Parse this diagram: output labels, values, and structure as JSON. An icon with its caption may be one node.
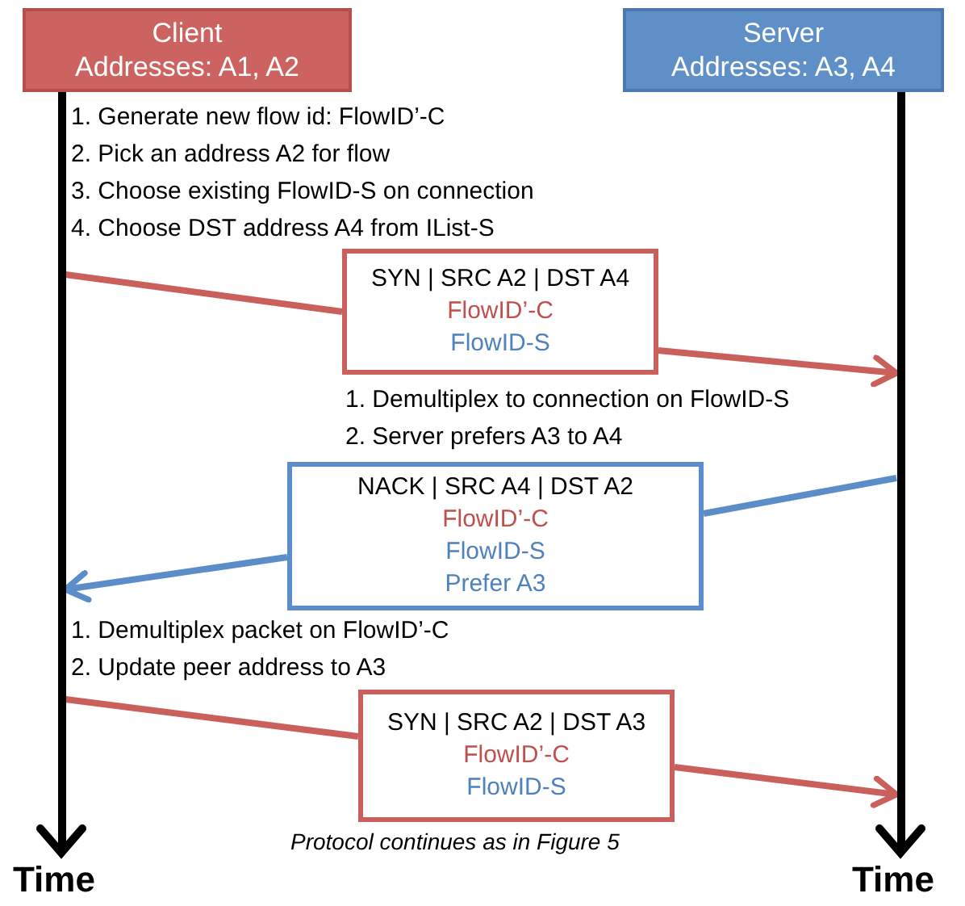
{
  "diagram": {
    "nodes": [
      {
        "text": [
          "Client",
          "Addresses: A1, A2"
        ]
      },
      {
        "text": [
          "Server",
          "Addresses: A3, A4"
        ]
      },
      {
        "text": [
          "SYN | SRC A2 | DST A4",
          "FlowID’-C",
          "FlowID-S"
        ]
      },
      {
        "text": [
          "NACK | SRC A4 | DST A2",
          "FlowID’-C",
          "FlowID-S",
          "Prefer A3"
        ]
      },
      {
        "text": [
          "SYN | SRC A2 | DST A3",
          "FlowID’-C",
          "FlowID-S"
        ]
      },
      {
        "text": [],
        "shape": "bar"
      },
      {
        "text": [],
        "shape": "bar"
      }
    ],
    "edges": [
      {
        "from": 5,
        "to": 2,
        "arrow": "none"
      },
      {
        "from": 2,
        "to": 6,
        "arrow": "to"
      },
      {
        "from": 6,
        "to": 3,
        "arrow": "none",
        "color": "#5b8ec8"
      },
      {
        "from": 3,
        "to": 5,
        "arrow": "to",
        "color": "#5b8ec8"
      },
      {
        "from": 5,
        "to": 4,
        "arrow": "none"
      },
      {
        "from": 4,
        "to": 6,
        "arrow": "to"
      }
    ],
    "labels": [
      "1. Generate new flow id: FlowID’-C",
      "2. Pick an address A2 for flow",
      "3. Choose existing FlowID-S on connection",
      "4. Choose DST address A4 from IList-S",
      "1. Demultiplex to connection on FlowID-S",
      "2. Server prefers A3 to A4",
      "1. Demultiplex packet on FlowID’-C",
      "2. Update peer address to A3",
      "Protocol continues as in Figure 5",
      "Time",
      "Time"
    ]
  }
}
